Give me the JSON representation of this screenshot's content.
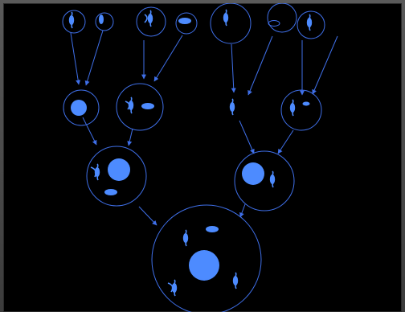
{
  "colors": {
    "background": "#000000",
    "frame": "#4d4d4d",
    "stroke": "#3f6fe8",
    "fill": "#4d8bff"
  },
  "diagram": {
    "cells": [
      {
        "id": "t1a",
        "contents": [
          "squiggle"
        ]
      },
      {
        "id": "t1b",
        "contents": [
          "squiggle-small"
        ]
      },
      {
        "id": "t2a",
        "contents": [
          "squiggle"
        ]
      },
      {
        "id": "t2b",
        "contents": [
          "oval"
        ]
      },
      {
        "id": "t3a",
        "contents": [
          "squiggle"
        ]
      },
      {
        "id": "t3b",
        "contents": [
          "oval"
        ]
      },
      {
        "id": "t4a",
        "contents": [
          "squiggle"
        ]
      },
      {
        "id": "m1",
        "contents": [
          "circle"
        ]
      },
      {
        "id": "m2",
        "contents": [
          "squiggle",
          "oval"
        ]
      },
      {
        "id": "m3",
        "contents": [
          "squiggle"
        ]
      },
      {
        "id": "m4",
        "contents": [
          "squiggle",
          "oval"
        ]
      },
      {
        "id": "l1",
        "contents": [
          "squiggle",
          "circle",
          "oval"
        ]
      },
      {
        "id": "l2",
        "contents": [
          "circle",
          "squiggle"
        ]
      },
      {
        "id": "b1",
        "contents": [
          "oval",
          "squiggle",
          "circle",
          "squiggle",
          "squiggle"
        ]
      }
    ]
  }
}
